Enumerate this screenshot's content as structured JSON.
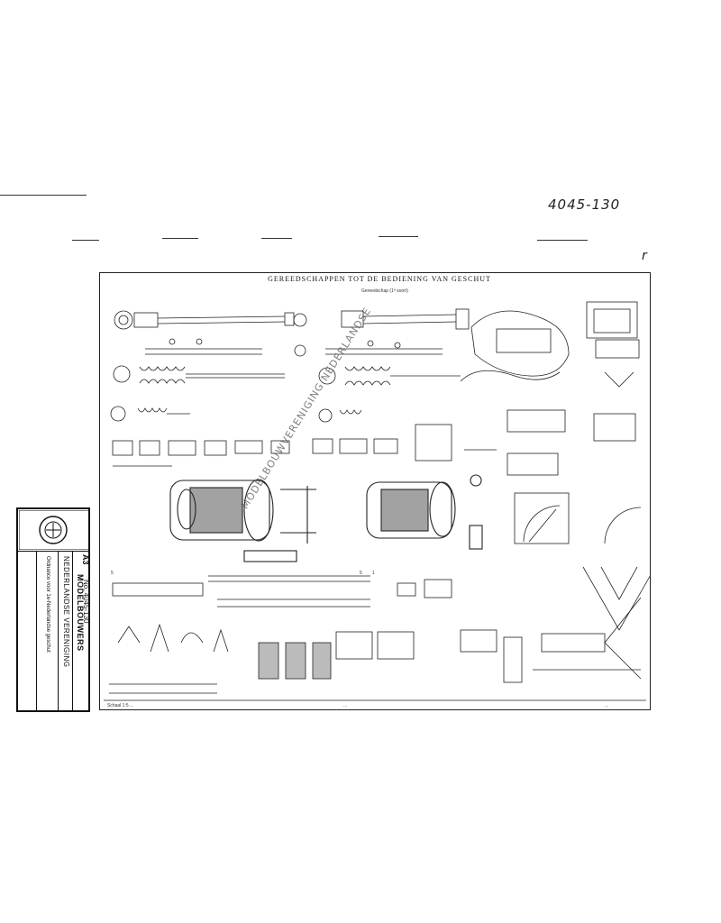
{
  "document": {
    "reference_number": "4045-130",
    "margin_tick": "r",
    "sheet_title": "GEREEDSCHAPPEN TOT DE BEDIENING VAN GESCHUT",
    "sheet_subtitle": "Gereedschap (1ª soort)",
    "watermark": "MODELBOUWVERENIGING NEDERLANDSE",
    "view_labels": {
      "a": "5",
      "b": "5",
      "c": "1"
    },
    "footer_text": {
      "left": "Schaal 1:5 ...",
      "center": "...",
      "right": "..."
    }
  },
  "title_block": {
    "logo": "association-emblem",
    "org_line1": "NEDERLANDSE VERENIGING",
    "org_line2": "MODELBOUWERS",
    "subject": "Ordnance voor 1e-Nederlandse geschut",
    "plate_label": "A3",
    "plate_number": "No. 4045-130"
  }
}
